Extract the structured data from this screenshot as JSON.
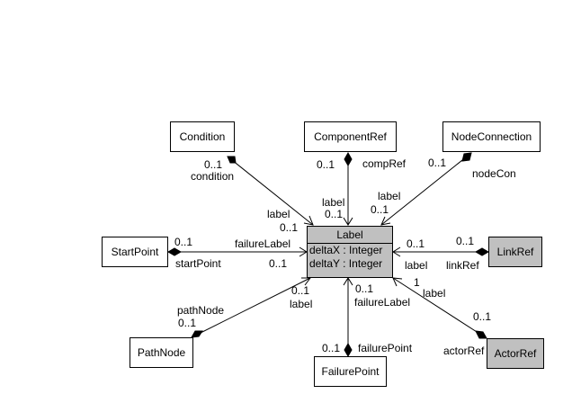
{
  "classes": {
    "label": {
      "name": "Label",
      "attributes": [
        "deltaX : Integer",
        "deltaY : Integer"
      ]
    },
    "condition": "Condition",
    "component_ref": "ComponentRef",
    "node_connection": "NodeConnection",
    "start_point": "StartPoint",
    "link_ref": "LinkRef",
    "path_node": "PathNode",
    "failure_point": "FailurePoint",
    "actor_ref": "ActorRef"
  },
  "colors": {
    "line": "#000000",
    "fill_gray": "#c0c0c0",
    "fill_white": "#ffffff"
  },
  "associations": {
    "condition": {
      "mult_source": "0..1",
      "role_source": "condition",
      "role_target": "label",
      "mult_target": "0..1"
    },
    "component_ref": {
      "mult_source": "0..1",
      "role_source": "compRef",
      "role_target": "label",
      "mult_target": "0..1"
    },
    "node_connection": {
      "mult_source": "0..1",
      "role_source": "nodeCon",
      "role_target": "label",
      "mult_target": "0..1"
    },
    "start_point": {
      "mult_source": "0..1",
      "role_source": "startPoint",
      "role_target": "failureLabel",
      "mult_target": "0..1"
    },
    "link_ref": {
      "mult_source": "0..1",
      "role_source": "linkRef",
      "role_target": "label",
      "mult_target": "0..1"
    },
    "path_node": {
      "mult_source": "0..1",
      "role_source": "pathNode",
      "role_target": "label",
      "mult_target": "0..1"
    },
    "failure_point": {
      "mult_source": "0..1",
      "role_source": "failurePoint",
      "role_target": "failureLabel",
      "mult_target": "0..1"
    },
    "actor_ref": {
      "mult_source": "0..1",
      "role_source": "actorRef",
      "role_target": "label",
      "mult_target": "1"
    }
  }
}
